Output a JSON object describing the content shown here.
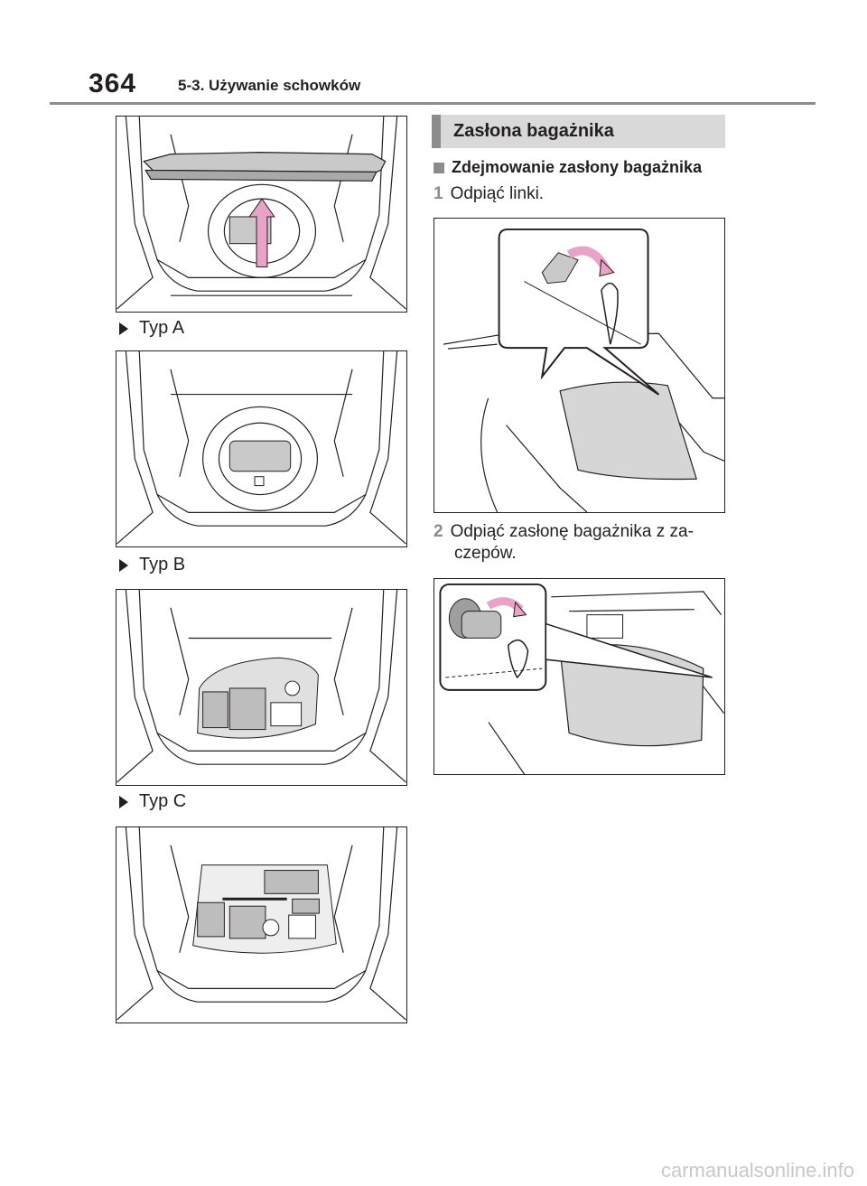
{
  "header": {
    "page_number": "364",
    "section": "5-3. Używanie schowków"
  },
  "left_column": {
    "captions": [
      "Typ A",
      "Typ B",
      "Typ C"
    ]
  },
  "right_column": {
    "heading": "Zasłona bagażnika",
    "subheading": "Zdejmowanie zasłony bagażnika",
    "steps": [
      {
        "num": "1",
        "text": "Odpiąć linki."
      },
      {
        "num": "2",
        "text_line1": "Odpiąć zasłonę bagażnika z za-",
        "text_line2": "czepów."
      }
    ]
  },
  "footer": {
    "watermark": "carmanualsonline.info"
  },
  "colors": {
    "accent_gray": "#8c8c8c",
    "heading_bg": "#d9d9d9",
    "highlight": "#e8a3c7"
  }
}
